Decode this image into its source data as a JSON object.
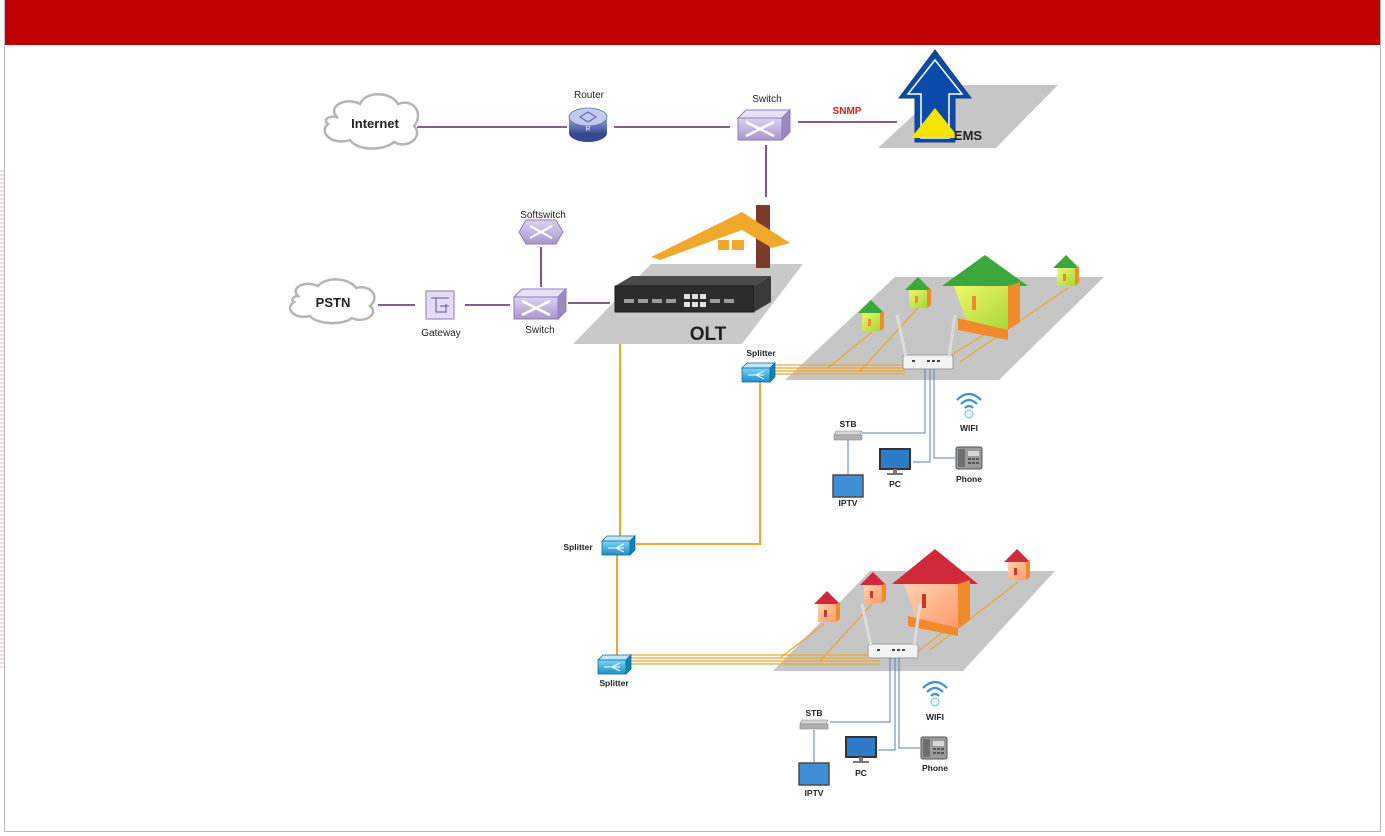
{
  "labels": {
    "internet": "Internet",
    "router": "Router",
    "switch_top": "Switch",
    "snmp": "SNMP",
    "ems": "EMS",
    "softswitch": "Softswitch",
    "pstn": "PSTN",
    "gateway": "Gateway",
    "switch_mid": "Switch",
    "olt": "OLT",
    "splitter_1": "Splitter",
    "splitter_2": "Splitter",
    "splitter_3": "Splitter",
    "stb_1": "STB",
    "iptv_1": "IPTV",
    "pc_1": "PC",
    "phone_1": "Phone",
    "wifi_1": "WIFI",
    "stb_2": "STB",
    "iptv_2": "IPTV",
    "pc_2": "PC",
    "phone_2": "Phone",
    "wifi_2": "WIFI"
  },
  "router_glyph": "R",
  "colors": {
    "header": "#c00000",
    "link_line": "#5b2a6e",
    "fiber": "#f0a82c",
    "snmp": "#d02020",
    "ems_arrow": "#0a4aa8",
    "switch_fill": "#c9b9e6",
    "splitter_fill": "#29a8e0",
    "house_green": "#3aa83a",
    "house_red": "#d02a3a"
  }
}
